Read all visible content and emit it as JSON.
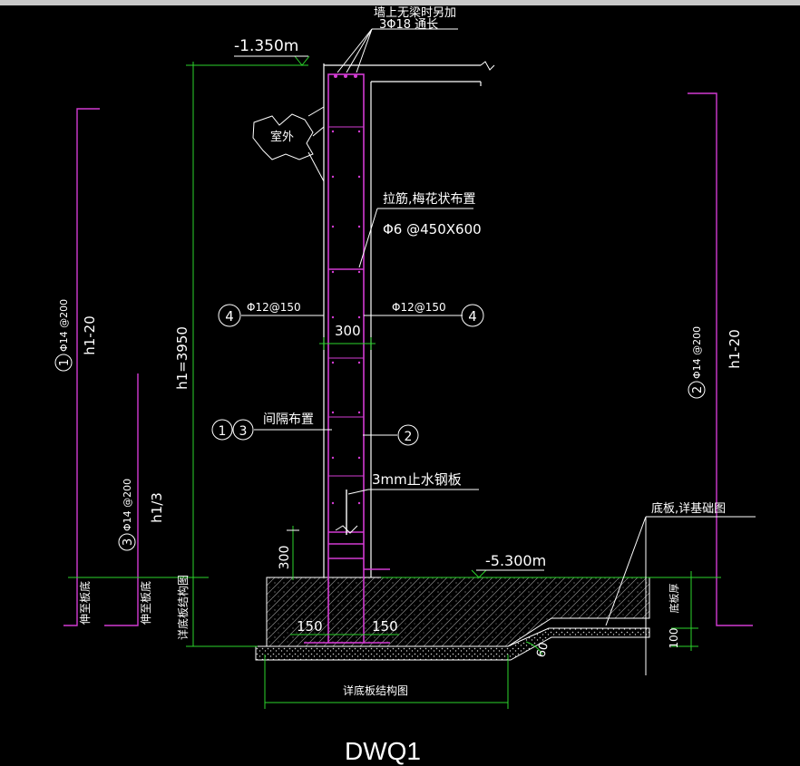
{
  "drawing": {
    "title": "DWQ1",
    "elevations": {
      "top": "-1.350m",
      "bottom": "-5.300m"
    },
    "notes": {
      "top_note_1": "墙上无梁时另加",
      "top_note_2": "3Φ18 通长",
      "outside": "室外",
      "tie_bar_1": "拉筋,梅花状布置",
      "tie_bar_2": "Φ6 @450X600",
      "spacing": "间隔布置",
      "water_stop": "3mm止水钢板",
      "slab_note": "底板,详基础图"
    },
    "rebar": {
      "left_h": "Φ12@150",
      "right_h": "Φ12@150",
      "bar1": "Φ14 @200",
      "bar2": "Φ14 @200",
      "bar3": "Φ14 @200"
    },
    "circles": {
      "c1": "1",
      "c2": "2",
      "c3": "3",
      "c4": "4"
    },
    "dims": {
      "thickness": "300",
      "height": "h1=3950",
      "h1_minus_left": "h1-20",
      "h1_minus_right": "h1-20",
      "h1_third": "h1/3",
      "kick_300": "300",
      "cover_left": "150",
      "cover_right": "150",
      "bed_100": "100",
      "angle": "60",
      "slab_thick": "底板厚",
      "extend_a": "伸至板底",
      "extend_b": "伸至板底",
      "slab_struct_v": "详底板结构图",
      "slab_struct_h": "详底板结构图"
    }
  },
  "colors": {
    "background": "#000000",
    "wall": "#d23bd2",
    "dimension": "#2bd42b",
    "text": "#ffffff",
    "concrete": "#b9b9b9"
  }
}
